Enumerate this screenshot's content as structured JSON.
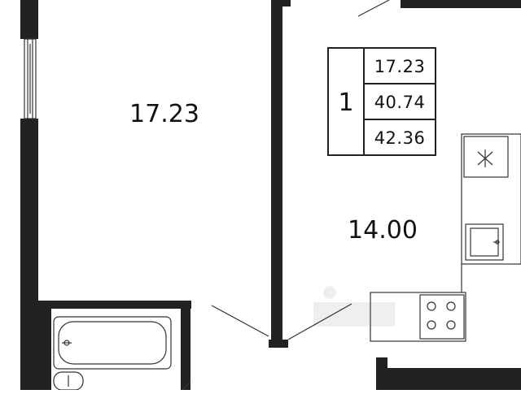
{
  "plan": {
    "rooms": {
      "living_room_area": "17.23",
      "kitchen_area": "14.00"
    },
    "info_box": {
      "room_count": "1",
      "living_area": "17.23",
      "total_area": "40.74",
      "total_area_with_balcony": "42.36"
    },
    "colors": {
      "wall": "#222222",
      "line": "#333333",
      "background": "#ffffff"
    },
    "icons": {
      "stove": "stove-icon",
      "sink": "sink-icon",
      "fan": "ventilation-icon",
      "bathtub": "bathtub-icon",
      "toilet": "toilet-icon"
    }
  }
}
